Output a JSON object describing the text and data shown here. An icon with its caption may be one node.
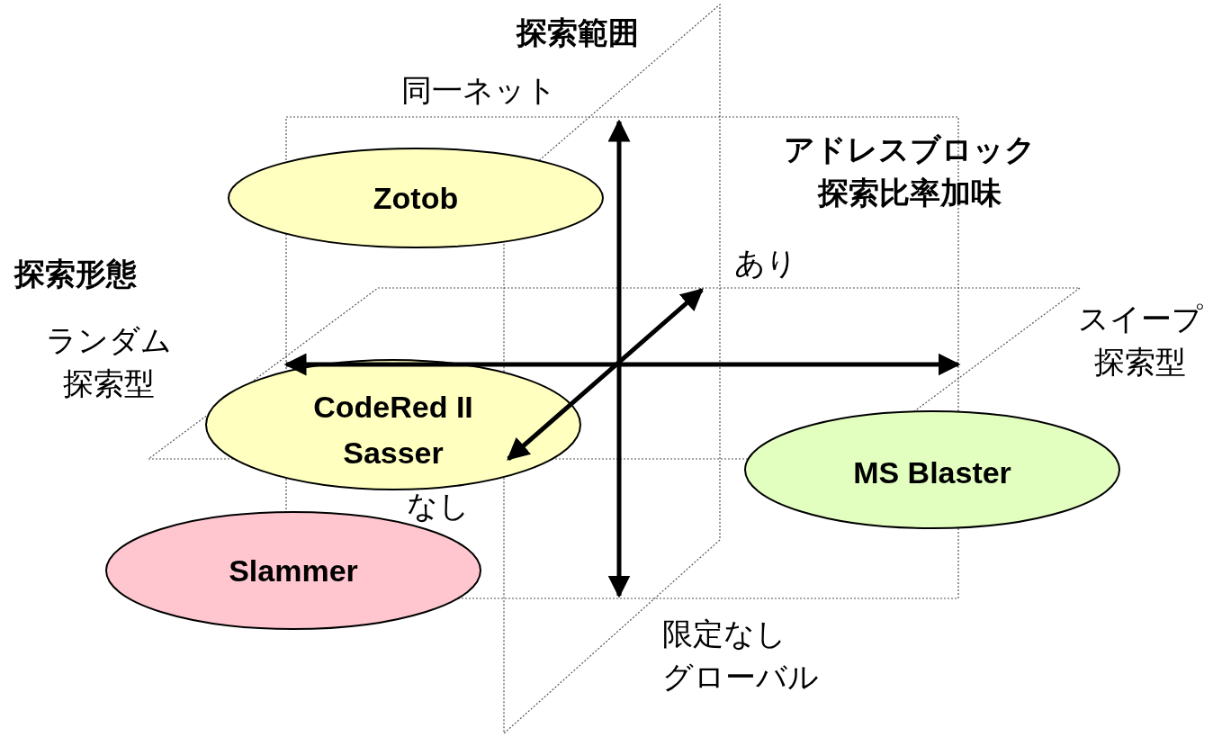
{
  "diagram": {
    "nodes": [
      {
        "text": [
          "Zotob"
        ]
      },
      {
        "text": [
          "CodeRed II",
          "Sasser"
        ]
      },
      {
        "text": [
          "Slammer"
        ]
      },
      {
        "text": [
          "MS Blaster"
        ]
      }
    ],
    "labels": [
      "探索範囲",
      "同一ネット",
      "アドレスブロック探索比率加味",
      "あり",
      "探索形態",
      "ランダム探索型",
      "スイープ探索型",
      "なし",
      "限定なしグローバル"
    ]
  }
}
